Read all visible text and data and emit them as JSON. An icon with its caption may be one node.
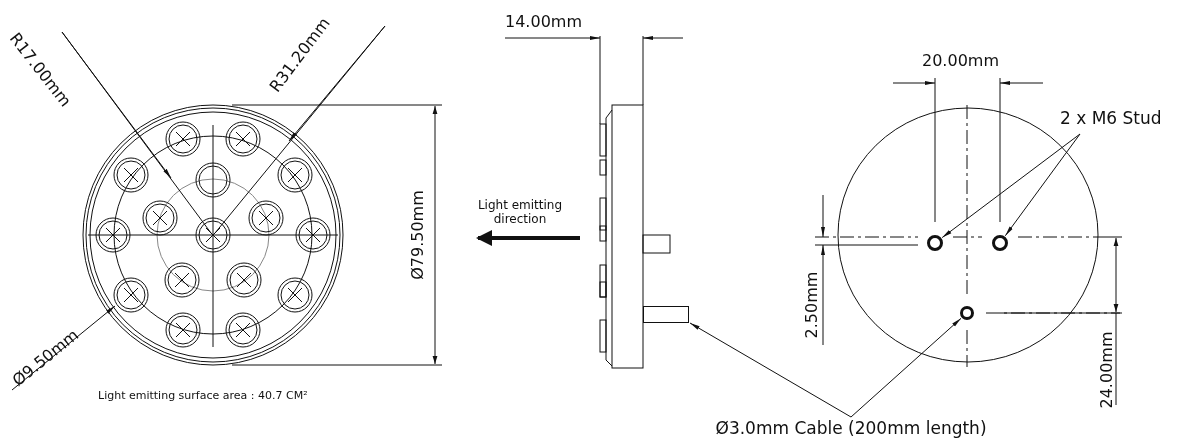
{
  "diagram": {
    "nodes": [
      {
        "text": [
          "2 x M6 Stud"
        ]
      },
      {
        "text": [],
        "shape": "circle"
      },
      {
        "text": [],
        "shape": "circle"
      },
      {
        "text": [
          "Ø3.0mm Cable (200mm length)"
        ]
      },
      {
        "text": [],
        "shape": "bar"
      },
      {
        "text": [],
        "shape": "circle"
      }
    ],
    "edges": [
      {
        "from": 0,
        "to": 1,
        "arrow": "to"
      },
      {
        "from": 0,
        "to": 2,
        "arrow": "to"
      },
      {
        "from": 3,
        "to": 4,
        "arrow": "to"
      },
      {
        "from": 3,
        "to": 5,
        "arrow": "to"
      }
    ],
    "labels": [
      "R17.00mm",
      "R31.20mm",
      "14.00mm",
      "20.00mm",
      "Ø79.50mm",
      "Light emitting direction",
      "2.50mm",
      "24.00mm",
      "Ø9.50mm",
      "Light emitting surface area : 40.7 CM²"
    ]
  }
}
